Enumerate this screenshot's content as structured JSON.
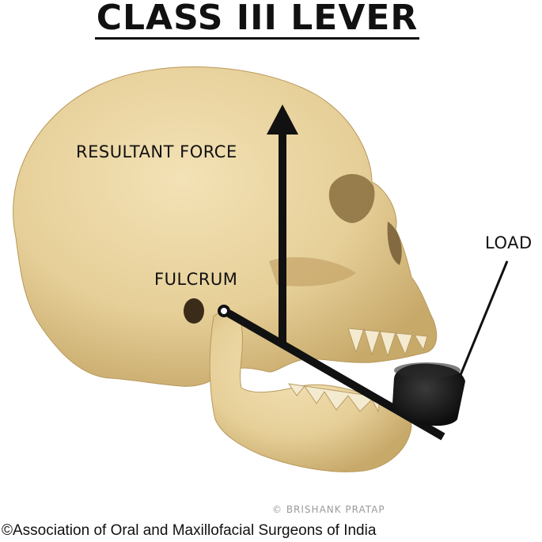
{
  "title": "CLASS III LEVER",
  "labels": {
    "resultant_force": "RESULTANT FORCE",
    "fulcrum": "FULCRUM",
    "load": "LOAD"
  },
  "credits": {
    "photographer": "© BRISHANK PRATAP",
    "copyright": "©Association of Oral and Maxillofacial Surgeons of India"
  },
  "colors": {
    "bone": "#e8d29c",
    "bone_shadow": "#c9ae72",
    "lever": "#111111",
    "load_block": "#1c1c1c"
  }
}
